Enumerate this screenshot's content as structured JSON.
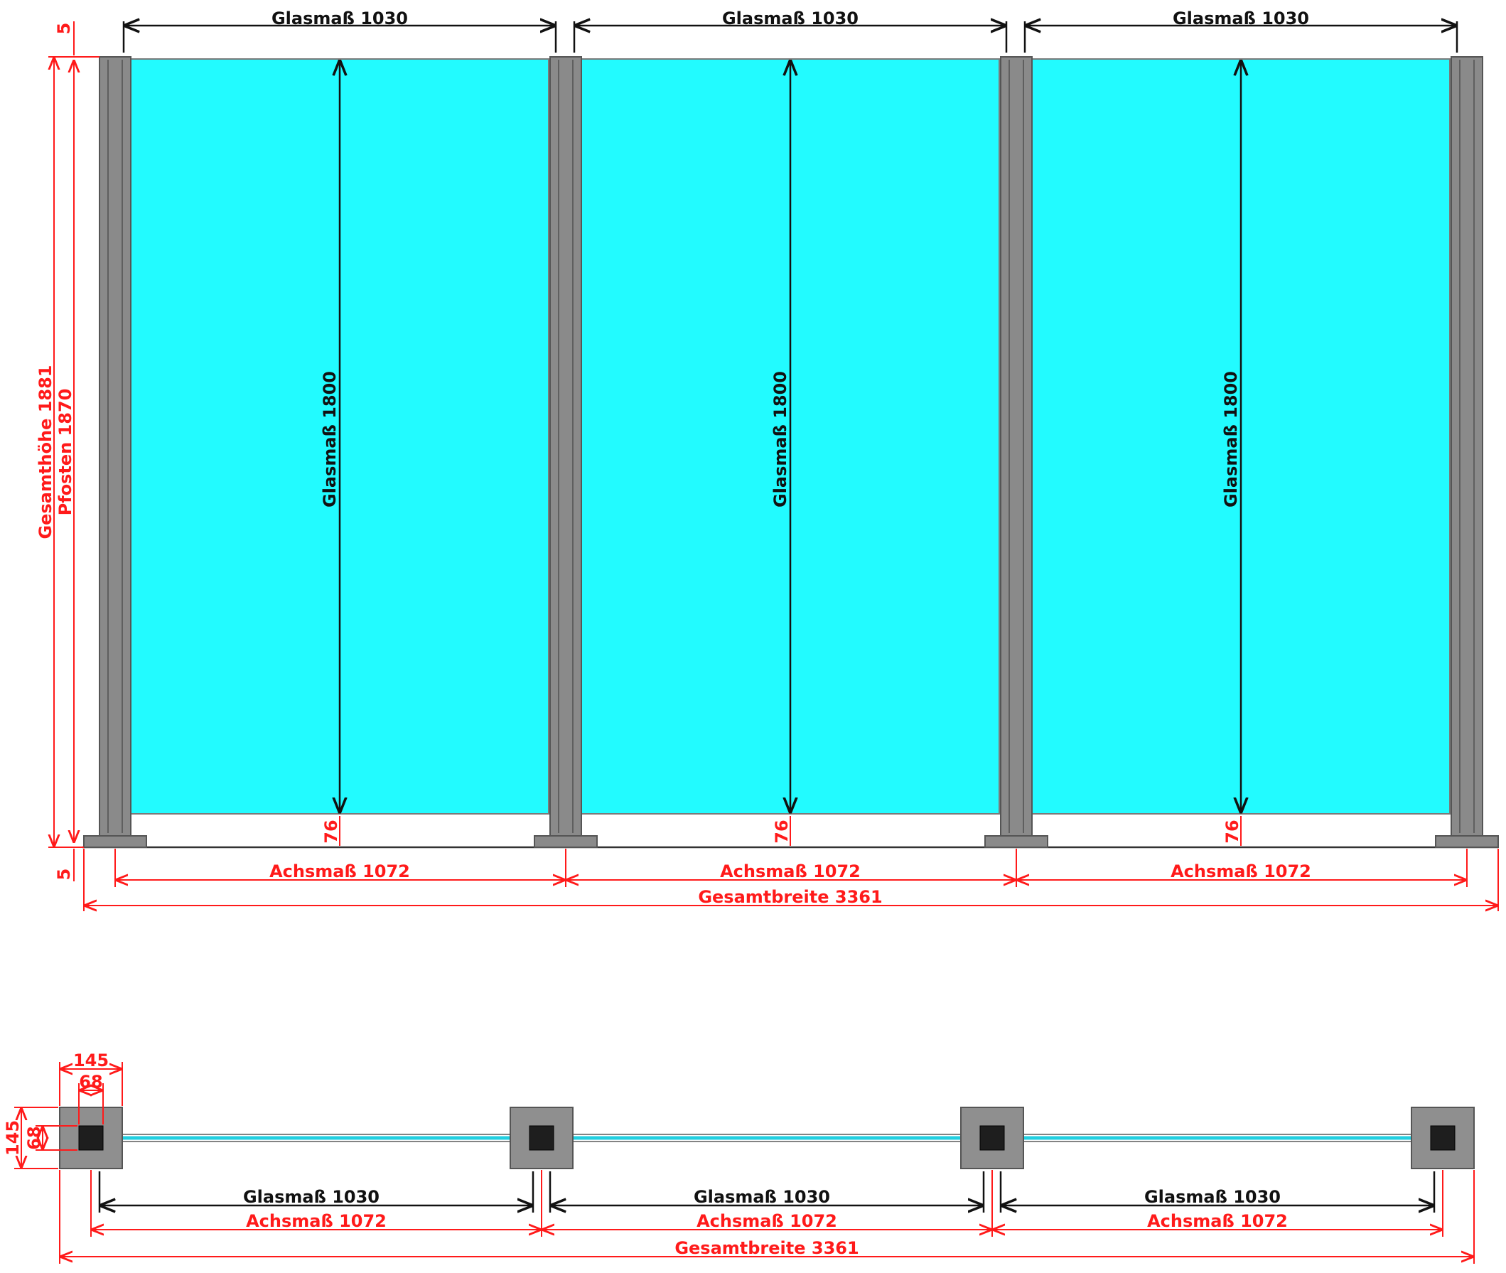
{
  "front_view": {
    "panels": [
      {
        "glass_width_label": "Glasmaß 1030",
        "glass_height_label": "Glasmaß 1800",
        "clearance_label": "76",
        "axis_label": "Achsmaß 1072"
      },
      {
        "glass_width_label": "Glasmaß 1030",
        "glass_height_label": "Glasmaß 1800",
        "clearance_label": "76",
        "axis_label": "Achsmaß 1072"
      },
      {
        "glass_width_label": "Glasmaß 1030",
        "glass_height_label": "Glasmaß 1800",
        "clearance_label": "76",
        "axis_label": "Achsmaß 1072"
      }
    ],
    "total_height_label": "Gesamthöhe 1881",
    "post_height_label": "Pfosten 1870",
    "top_offset_label": "5",
    "bottom_offset_label": "5",
    "total_width_label": "Gesamtbreite 3361"
  },
  "plan_view": {
    "post_size_label": "145",
    "core_size_label": "68",
    "post_depth_label": "145",
    "core_depth_label": "68",
    "segments": [
      {
        "glass_width_label": "Glasmaß 1030",
        "axis_label": "Achsmaß 1072"
      },
      {
        "glass_width_label": "Glasmaß 1030",
        "axis_label": "Achsmaß 1072"
      },
      {
        "glass_width_label": "Glasmaß 1030",
        "axis_label": "Achsmaß 1072"
      }
    ],
    "total_width_label": "Gesamtbreite 3361"
  },
  "colors": {
    "glass": "#22fbff",
    "post": "#8a8a8a",
    "dimension_red": "#ff1a1a",
    "dimension_black": "#111111"
  }
}
